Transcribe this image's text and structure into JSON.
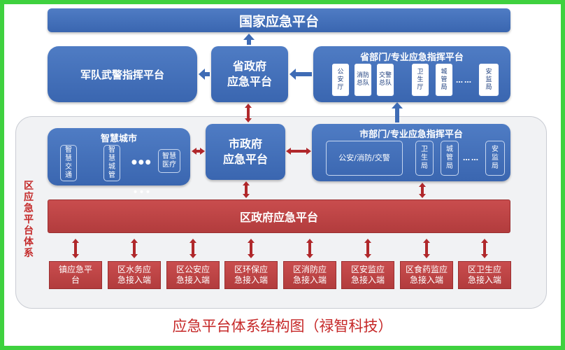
{
  "national": "国家应急平台",
  "military": "军队武警指挥平台",
  "province": {
    "line1": "省政府",
    "line2": "应急平台"
  },
  "prov_dept": {
    "title": "省部门/专业应急指挥平台",
    "items": [
      "公\n安\n厅",
      "消防\n总队",
      "交警\n总队",
      "卫\n生\n厅",
      "城\n管\n局"
    ],
    "ellipsis": "……",
    "last": "安\n监\n局"
  },
  "smart_city": {
    "title": "智慧城市",
    "items": [
      "智\n慧\n交\n通",
      "智\n慧\n城\n管"
    ],
    "ellipsis": "●●●",
    "last": "智慧\n医疗"
  },
  "city": {
    "line1": "市政府",
    "line2": "应急平台"
  },
  "city_dept": {
    "title": "市部门/专业应急指挥平台",
    "first": "公安/消防/交警",
    "items": [
      "卫\n生\n局",
      "城\n管\n局"
    ],
    "ellipsis": "……",
    "last": "安\n监\n局"
  },
  "below_dots": "•••",
  "district_vertical": [
    "区",
    "应",
    "急",
    "平",
    "台",
    "体",
    "系"
  ],
  "district": "区政府应急平台",
  "terminals": [
    "镇应急平\n台",
    "区水务应\n急接入端",
    "区公安应\n急接入端",
    "区环保应\n急接入端",
    "区消防应\n急接入端",
    "区安监应\n急接入端",
    "区食药监应\n急接入端",
    "区卫生应\n急接入端"
  ],
  "caption": "应急平台体系结构图（禄智科技）",
  "colors": {
    "blue": "#3f6cb5",
    "red": "#b84243",
    "arrow": "#b0282b",
    "frame": "#3fd13f",
    "caption": "#c62828"
  }
}
